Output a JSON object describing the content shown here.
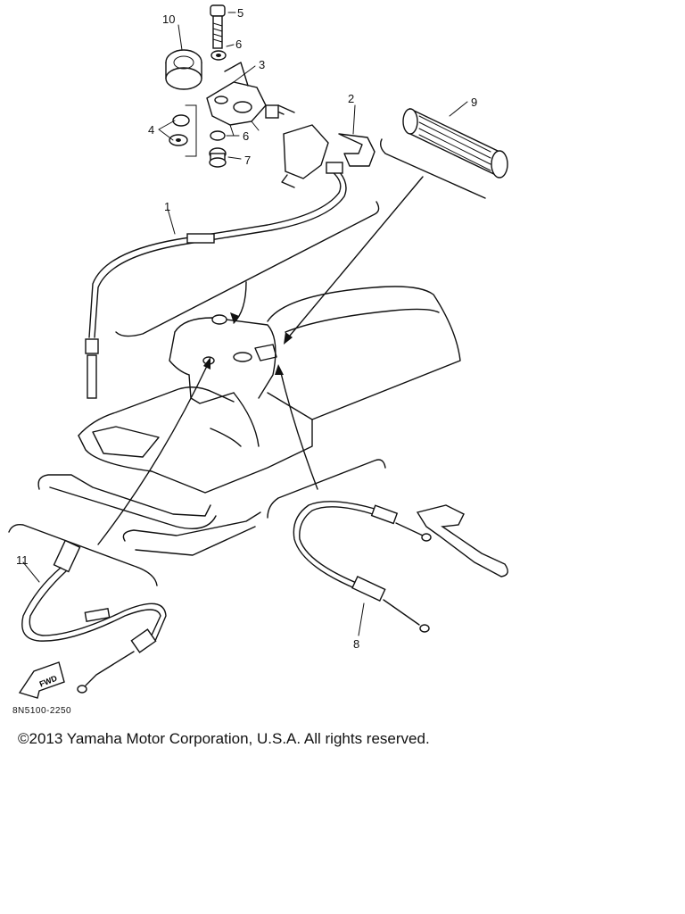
{
  "diagram": {
    "callouts": [
      "10",
      "5",
      "6",
      "3",
      "2",
      "9",
      "4",
      "6",
      "7",
      "1",
      "11",
      "8"
    ],
    "part_code": "8N5100-2250",
    "fwd_label": "FWD"
  },
  "footer": {
    "copyright": "©2013 Yamaha Motor Corporation, U.S.A. All rights reserved."
  }
}
